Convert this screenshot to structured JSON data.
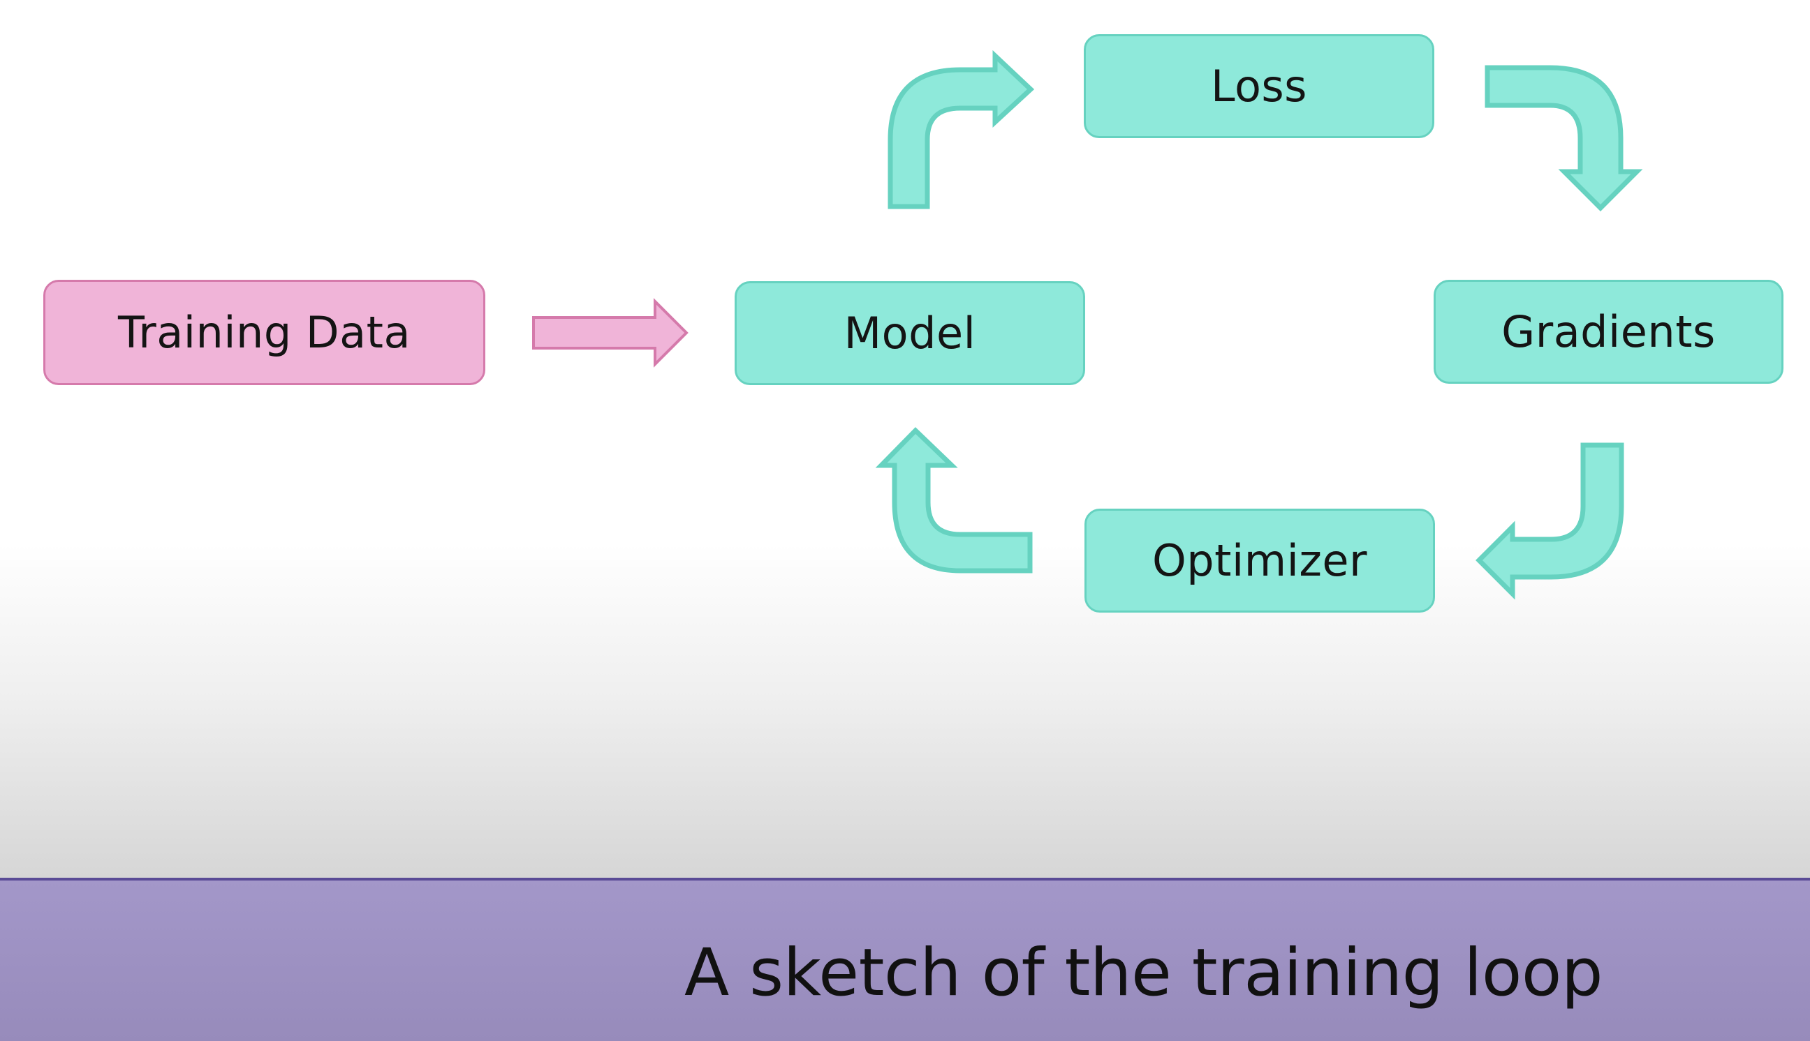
{
  "diagram": {
    "nodes": {
      "training_data": "Training Data",
      "model": "Model",
      "loss": "Loss",
      "gradients": "Gradients",
      "optimizer": "Optimizer"
    },
    "colors": {
      "input_fill": "#f0b4d8",
      "input_stroke": "#d57aab",
      "loop_fill": "#8ee9da",
      "loop_stroke": "#66d2c0",
      "caption_bar": "#a397c9"
    }
  },
  "caption": "A sketch of the training loop"
}
